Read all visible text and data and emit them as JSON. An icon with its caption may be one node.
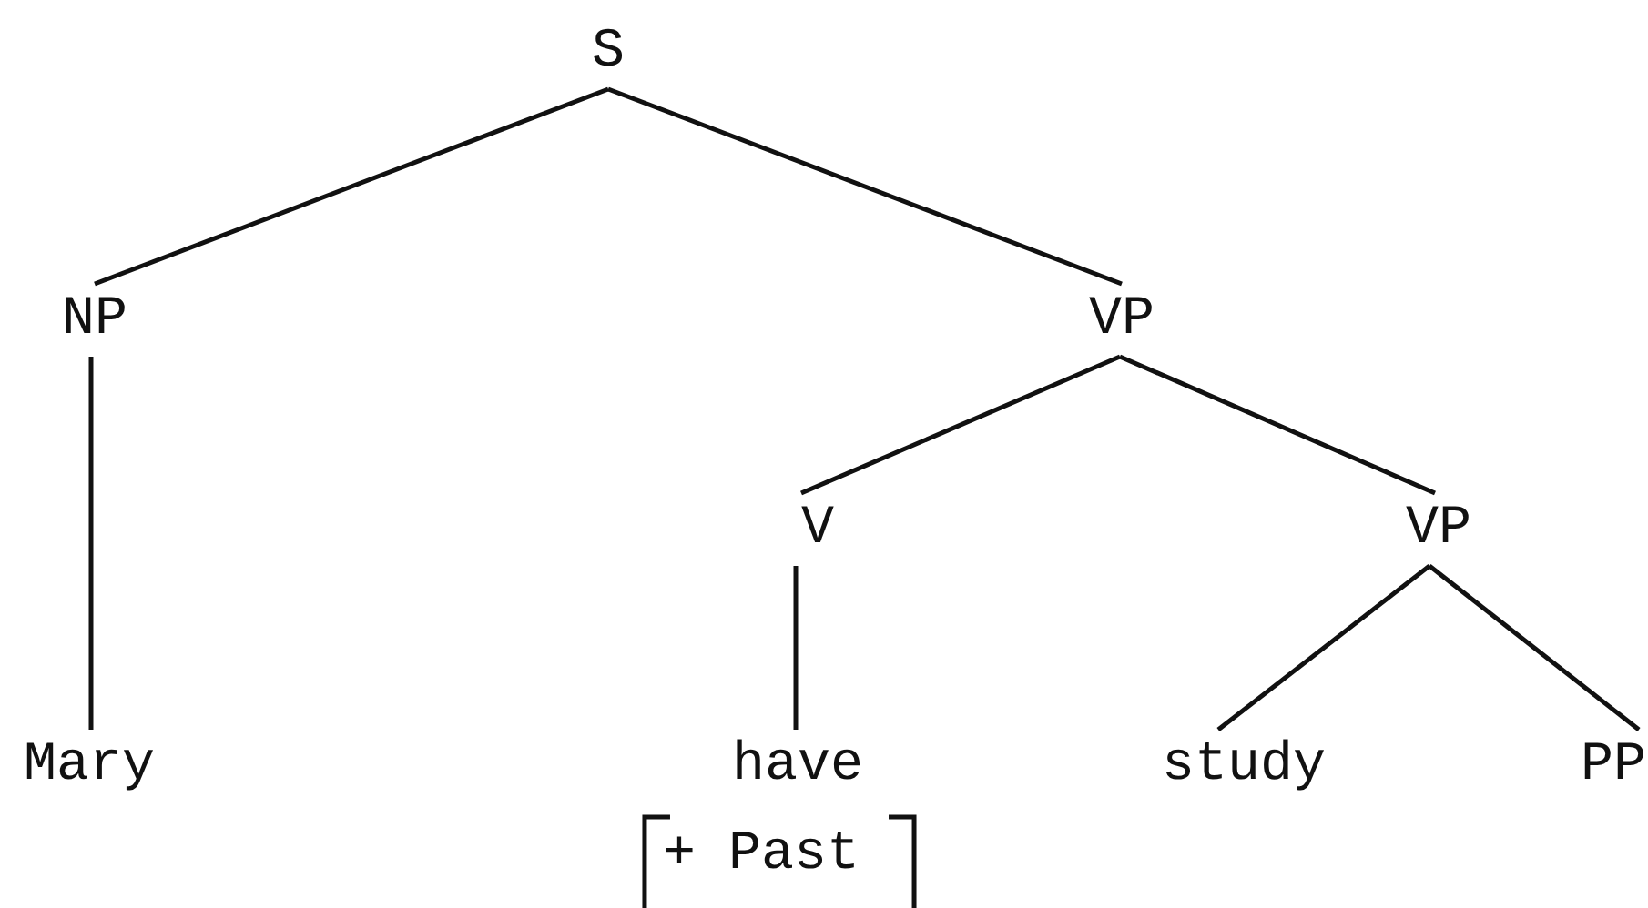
{
  "diagram": {
    "nodes": [
      {
        "text": [
          "S"
        ]
      },
      {
        "text": [
          "NP"
        ]
      },
      {
        "text": [
          "VP"
        ]
      },
      {
        "text": [
          "V"
        ]
      },
      {
        "text": [
          "VP"
        ]
      },
      {
        "text": [
          "Mary"
        ]
      },
      {
        "text": [
          "have"
        ],
        "beside": [
          "+ Past"
        ]
      },
      {
        "text": [
          "study"
        ]
      },
      {
        "text": [
          "PP"
        ]
      }
    ],
    "edges": [
      {
        "from": 0,
        "to": 1,
        "arrow": "none"
      },
      {
        "from": 0,
        "to": 2,
        "arrow": "none"
      },
      {
        "from": 1,
        "to": 5,
        "arrow": "none"
      },
      {
        "from": 2,
        "to": 3,
        "arrow": "none"
      },
      {
        "from": 2,
        "to": 4,
        "arrow": "none"
      },
      {
        "from": 3,
        "to": 6,
        "arrow": "none"
      },
      {
        "from": 4,
        "to": 7,
        "arrow": "none"
      },
      {
        "from": 4,
        "to": 8,
        "arrow": "none"
      }
    ]
  }
}
